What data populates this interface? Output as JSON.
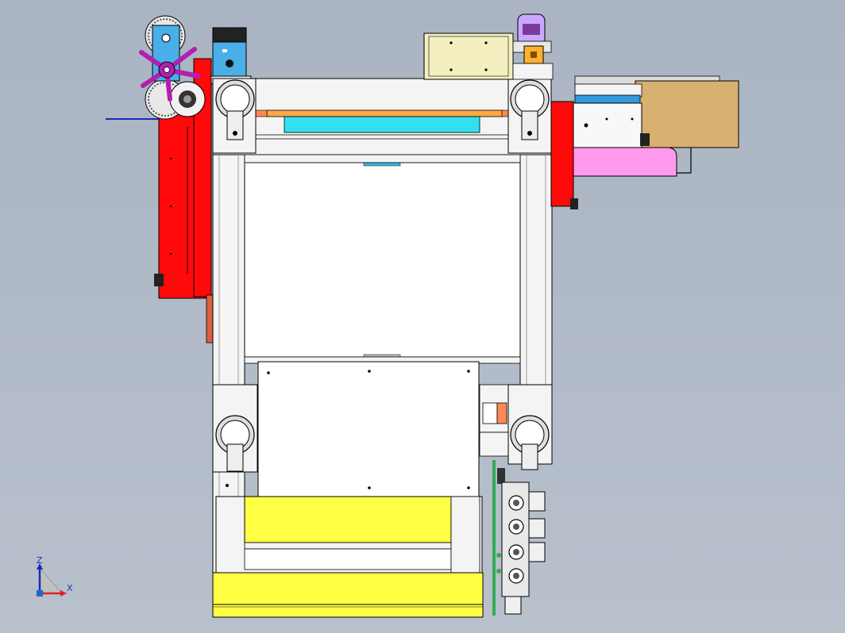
{
  "view": {
    "type": "CAD model front view",
    "background": "#b3bcc8"
  },
  "triad": {
    "z_label": "Z",
    "x_label": "X"
  },
  "colors": {
    "frame": "#f4f4f4",
    "red": "#ff0a0a",
    "yellow": "#ffff44",
    "cyan": "#33e0f0",
    "orange": "#ffaa44",
    "magenta": "#b020b0",
    "pink": "#ff99ee",
    "tan": "#d8b070",
    "blue": "#3399dd",
    "cream": "#f4efc0",
    "violet": "#c9a8ff"
  }
}
